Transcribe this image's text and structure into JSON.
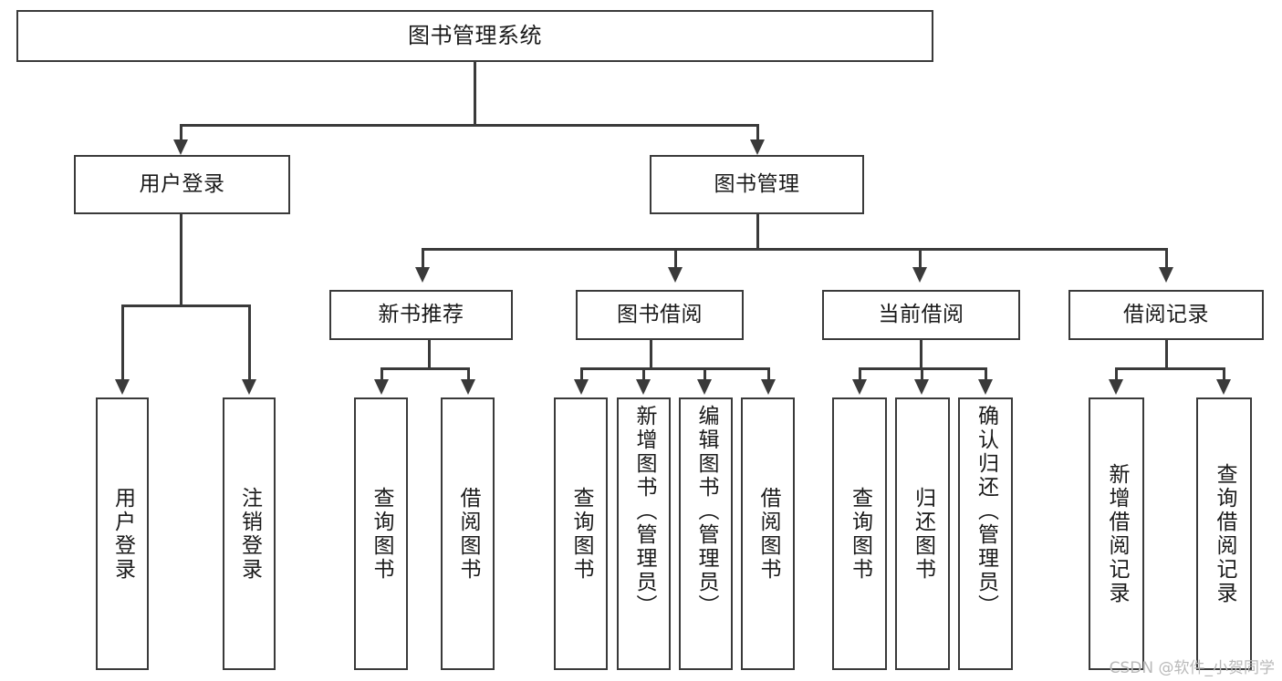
{
  "diagram": {
    "title": "图书管理系统",
    "type": "tree",
    "colors": {
      "stroke": "#3a3a3a",
      "fill": "#ffffff",
      "text": "#1a1a1a",
      "watermark": "#b9b9b9"
    },
    "root": {
      "label": "图书管理系统"
    },
    "level2": [
      {
        "id": "user-login",
        "label": "用户登录"
      },
      {
        "id": "book-manage",
        "label": "图书管理"
      }
    ],
    "level3": [
      {
        "id": "new-book-recommend",
        "label": "新书推荐",
        "parent": "book-manage"
      },
      {
        "id": "book-borrow",
        "label": "图书借阅",
        "parent": "book-manage"
      },
      {
        "id": "current-borrow",
        "label": "当前借阅",
        "parent": "book-manage"
      },
      {
        "id": "borrow-record",
        "label": "借阅记录",
        "parent": "book-manage"
      }
    ],
    "leaves": [
      {
        "id": "leaf-user-login",
        "label": "用户登录",
        "parent": "user-login"
      },
      {
        "id": "leaf-user-logout",
        "label": "注销登录",
        "parent": "user-login"
      },
      {
        "id": "leaf-query-book-1",
        "label": "查询图书",
        "parent": "new-book-recommend"
      },
      {
        "id": "leaf-borrow-book-1",
        "label": "借阅图书",
        "parent": "new-book-recommend"
      },
      {
        "id": "leaf-query-book-2",
        "label": "查询图书",
        "parent": "book-borrow"
      },
      {
        "id": "leaf-add-book",
        "label": "新增图书（管理员）",
        "parent": "book-borrow"
      },
      {
        "id": "leaf-edit-book",
        "label": "编辑图书（管理员）",
        "parent": "book-borrow"
      },
      {
        "id": "leaf-borrow-book-2",
        "label": "借阅图书",
        "parent": "book-borrow"
      },
      {
        "id": "leaf-query-book-3",
        "label": "查询图书",
        "parent": "current-borrow"
      },
      {
        "id": "leaf-return-book",
        "label": "归还图书",
        "parent": "current-borrow"
      },
      {
        "id": "leaf-confirm-return",
        "label": "确认归还（管理员）",
        "parent": "current-borrow"
      },
      {
        "id": "leaf-add-record",
        "label": "新增借阅记录",
        "parent": "borrow-record"
      },
      {
        "id": "leaf-query-record",
        "label": "查询借阅记录",
        "parent": "borrow-record"
      }
    ],
    "watermark": "CSDN @软件_小贺同学"
  }
}
